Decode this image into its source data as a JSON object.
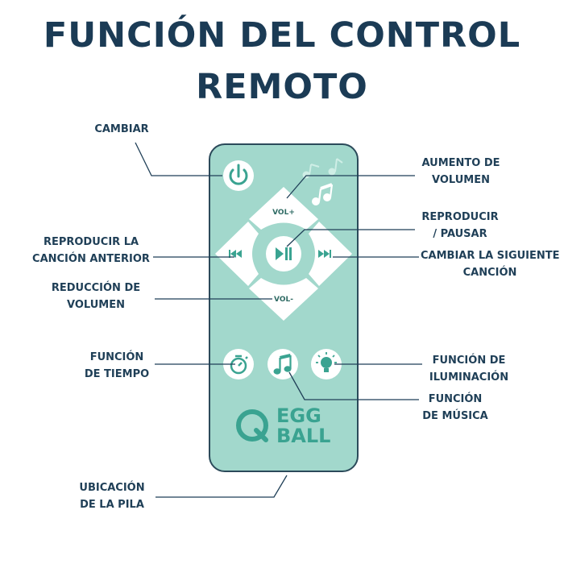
{
  "title": {
    "line1": "FUNCIÓN DEL CONTROL",
    "line2": "REMOTO"
  },
  "labels": {
    "cambiar": "CAMBIAR",
    "aumento_l1": "AUMENTO DE",
    "aumento_l2": "VOLUMEN",
    "reproducir_l1": "REPRODUCIR",
    "reproducir_l2": "/ PAUSAR",
    "anterior_l1": "REPRODUCIR LA",
    "anterior_l2": "CANCIÓN ANTERIOR",
    "siguiente_l1": "CAMBIAR LA SIGUIENTE",
    "siguiente_l2": "CANCIÓN",
    "reduccion_l1": "REDUCCIÓN DE",
    "reduccion_l2": "VOLUMEN",
    "tiempo_l1": "FUNCIÓN",
    "tiempo_l2": "DE TIEMPO",
    "iluminacion_l1": "FUNCIÓN DE",
    "iluminacion_l2": "ILUMINACIÓN",
    "musica_l1": "FUNCIÓN",
    "musica_l2": "DE MÚSICA",
    "pila_l1": "UBICACIÓN",
    "pila_l2": "DE LA PILA"
  },
  "remote": {
    "vol_up_label": "VOL+",
    "vol_down_label": "VOL-",
    "logo_line1": "EGG",
    "logo_line2": "BALL"
  },
  "colors": {
    "remote_body": "#a2d8cc",
    "button_white": "#ffffff",
    "icon_teal": "#3aa391",
    "text_navy": "#1f3f57"
  },
  "icons": {
    "power": "power-icon",
    "play_pause": "play-pause-icon",
    "prev": "previous-track-icon",
    "next": "next-track-icon",
    "timer": "timer-icon",
    "music": "music-note-icon",
    "light": "light-bulb-icon"
  }
}
